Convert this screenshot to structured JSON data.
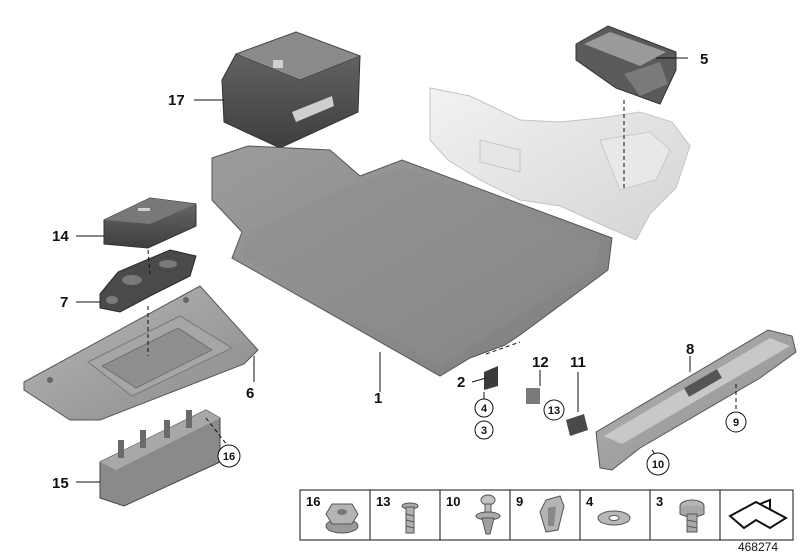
{
  "callouts": {
    "p1": "1",
    "p2": "2",
    "p4": "4",
    "p3": "3",
    "p5": "5",
    "p6": "6",
    "p7": "7",
    "p8": "8",
    "p9": "9",
    "p10": "10",
    "p11": "11",
    "p12": "12",
    "p13": "13",
    "p14": "14",
    "p15": "15",
    "p16": "16",
    "p17": "17"
  },
  "parts_table": [
    {
      "label": "16"
    },
    {
      "label": "13"
    },
    {
      "label": "10"
    },
    {
      "label": "9"
    },
    {
      "label": "4"
    },
    {
      "label": "3"
    }
  ],
  "reference_number": "468274"
}
